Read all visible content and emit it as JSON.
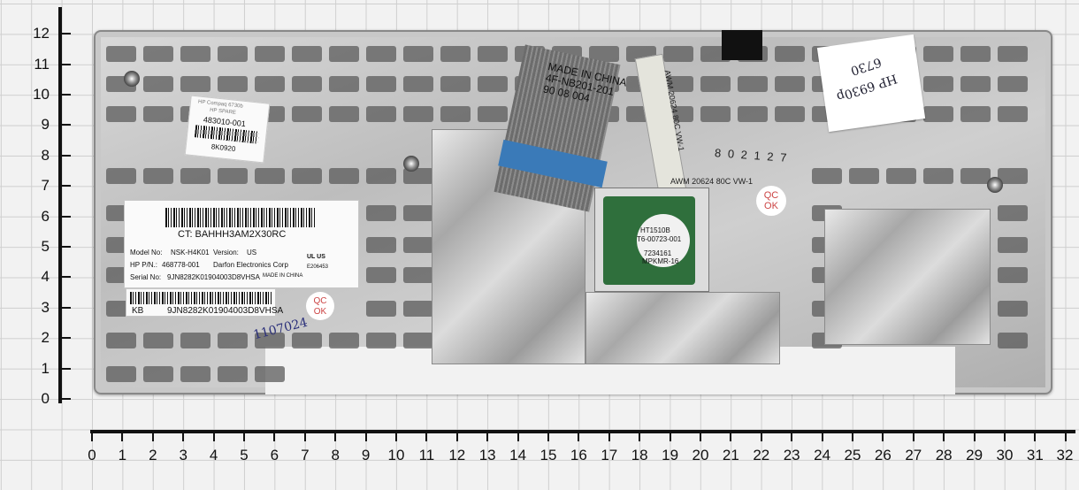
{
  "axis": {
    "y_labels": [
      "12",
      "11",
      "10",
      "9",
      "8",
      "7",
      "6",
      "5",
      "4",
      "3",
      "2",
      "1",
      "0"
    ],
    "x_labels": [
      "0",
      "1",
      "2",
      "3",
      "4",
      "5",
      "6",
      "7",
      "8",
      "9",
      "10",
      "11",
      "12",
      "13",
      "14",
      "15",
      "16",
      "17",
      "18",
      "19",
      "20",
      "21",
      "22",
      "23",
      "24",
      "25",
      "26",
      "27",
      "28",
      "29",
      "30",
      "31",
      "32"
    ]
  },
  "ribbon_label": {
    "line1": "MADE IN CHINA",
    "line2": "4F-NB201-201",
    "line3": "90 08 004"
  },
  "flex_cable": {
    "text_a": "AWM 20624 80C VW-1",
    "text_b": "AWM 20624 80C VW-1"
  },
  "pen_number": "8 0 2 1 2 7",
  "part_sticker": {
    "line1": "HP Compaq 6730b",
    "line2": "HP SPARE",
    "line3": "483010-001",
    "line4": "8K0920"
  },
  "main_label": {
    "ct": "CT: BAHHH3AM2X30RC",
    "model_label": "Model No:",
    "model_value": "NSK-H4K01",
    "version_label": "Version:",
    "version_value": "US",
    "pn_label": "HP P/N.:",
    "pn_value": "468778-001",
    "maker": "Darfon Electronics Corp",
    "serial_label": "Serial No:",
    "serial_value": "9JN8282K01904003D8VHSA",
    "origin": "MADE IN CHINA",
    "cert": "E206453",
    "ul_mark": "UL US"
  },
  "kb_label": {
    "prefix": "KB",
    "value": "9JN8282K01904003D8VHSA"
  },
  "qc_left": "QC OK",
  "qc_right_line1": "QC",
  "qc_right_line2": "OK",
  "pcb": {
    "line1": "HT1510B",
    "line2": "T6-00723-001",
    "line3": "7234161",
    "line4": "MPKMR-16"
  },
  "note": {
    "line1": "HP 6930p",
    "line2": "6730"
  },
  "handwriting": "1107024"
}
